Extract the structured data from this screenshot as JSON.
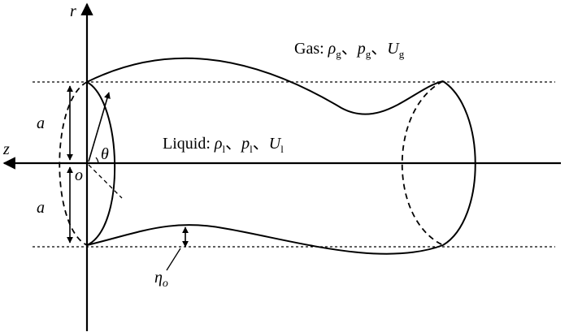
{
  "diagram": {
    "axis_r_label": "r",
    "axis_z_label": "z",
    "origin_label": "o",
    "angle_label": "θ",
    "radius_label": "a",
    "perturbation_label": "η",
    "perturbation_sub": "o",
    "gas": {
      "prefix": "Gas: ",
      "rho": "ρ",
      "rho_sub": "g",
      "p": "p",
      "p_sub": "g",
      "U": "U",
      "U_sub": "g",
      "sep": "、"
    },
    "liquid": {
      "prefix": "Liquid: ",
      "rho": "ρ",
      "rho_sub": "l",
      "p": "p",
      "p_sub": "l",
      "U": "U",
      "U_sub": "l",
      "sep": "、"
    }
  }
}
